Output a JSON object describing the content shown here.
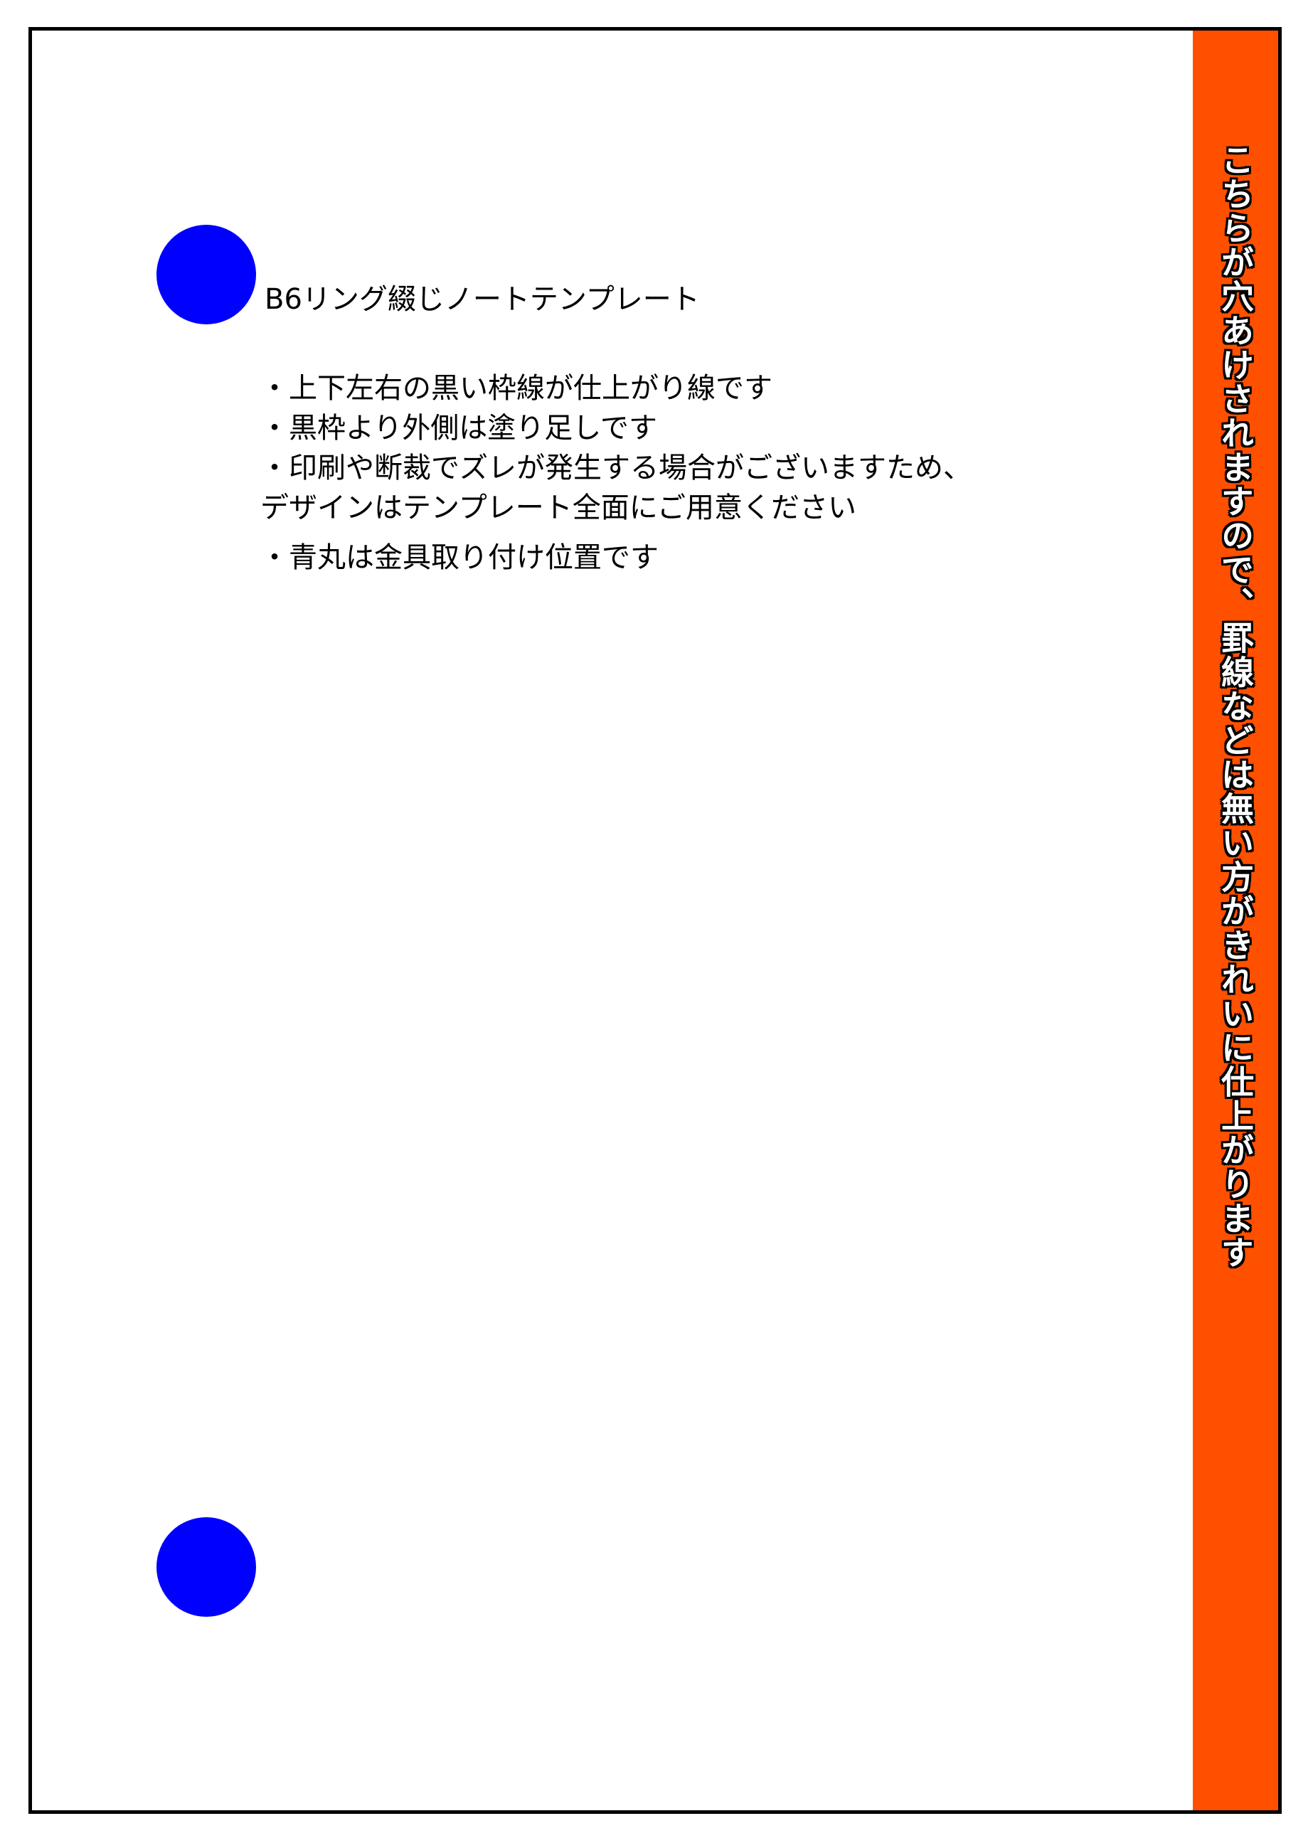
{
  "document": {
    "title": "B6リング綴じノートテンプレート",
    "notes": [
      "・上下左右の黒い枠線が仕上がり線です",
      "・黒枠より外側は塗り足しです",
      "・印刷や断裁でズレが発生する場合がございますため、",
      "デザインはテンプレート全面にご用意ください",
      "・青丸は金具取り付け位置です"
    ]
  },
  "punch_strip": {
    "text": "こちらが穴あけされますので、罫線などは無い方がきれいに仕上がります",
    "color": "#ff5000"
  },
  "hole_markers": {
    "color": "#0000ff",
    "count": 2
  },
  "frame": {
    "color": "#000000"
  }
}
